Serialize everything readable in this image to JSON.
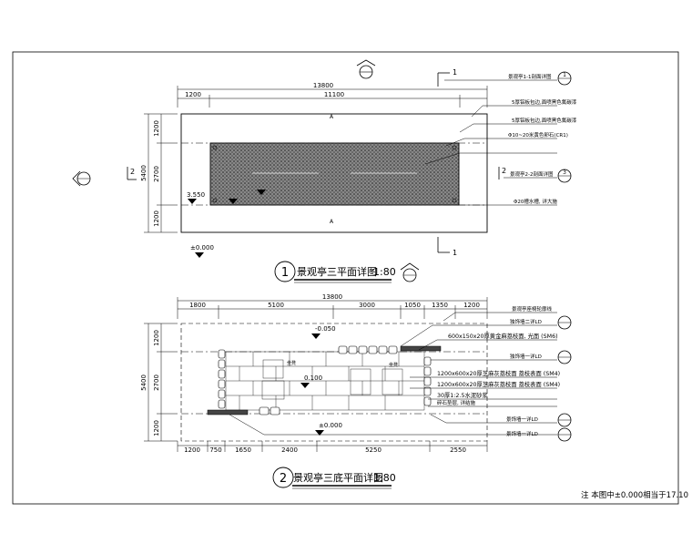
{
  "plan1": {
    "title": "景观亭三平面详图",
    "scale": "1:80",
    "number": "1",
    "top_total": "13800",
    "top_left": "1200",
    "top_mid": "11100",
    "left_total": "5400",
    "left_a": "1200",
    "left_b": "2700",
    "left_c": "1200",
    "section_label": "1",
    "section_label2": "2",
    "elev_level": "3.550",
    "base_level": "±0.000",
    "axis_mark": "A",
    "callouts": [
      "景观亭1-1剖面详图",
      "5厚铝板包边,面喷黑色氟碳漆",
      "5厚铝板包边,面喷黑色氟碳漆",
      "Φ10~20米黄色卵石(CR1)",
      "景观亭2-2剖面详图",
      "Φ20槽水槽, 详大施"
    ],
    "ref1": "1",
    "ref2": "3"
  },
  "plan2": {
    "title": "景观亭三底平面详图",
    "scale": "1:80",
    "number": "2",
    "top_total": "13800",
    "top_dims": [
      "1800",
      "5100",
      "3000",
      "1050",
      "1350",
      "1200"
    ],
    "bottom_dims": [
      "1200",
      "750",
      "1650",
      "2400",
      "5250",
      "2550"
    ],
    "left_total": "5400",
    "left_a": "1200",
    "left_b": "2700",
    "left_c": "1200",
    "level_top": "-0.050",
    "level_mid": "0.100",
    "level_bot": "±0.000",
    "inner_labels": [
      "坐凳",
      "坐凳"
    ],
    "callouts": [
      "景观亭座椅轮廓线",
      "独饰墙二详LD",
      "600x150x20厚黄金麻荔枝面, 光面 (SM6)",
      "独饰墙一详LD",
      "1200x600x20厚芝麻灰荔枝面  荔枝表面 (SM4)",
      "1200x600x20厚芝麻灰荔枝面  荔枝表面 (SM4)",
      "30厚1:2.5水泥砂浆",
      "碎石垫层, 详结施",
      "景饰墙一详LD",
      "景饰墙一详LD"
    ]
  },
  "footnote": "注  本图中±0.000相当于17.10"
}
